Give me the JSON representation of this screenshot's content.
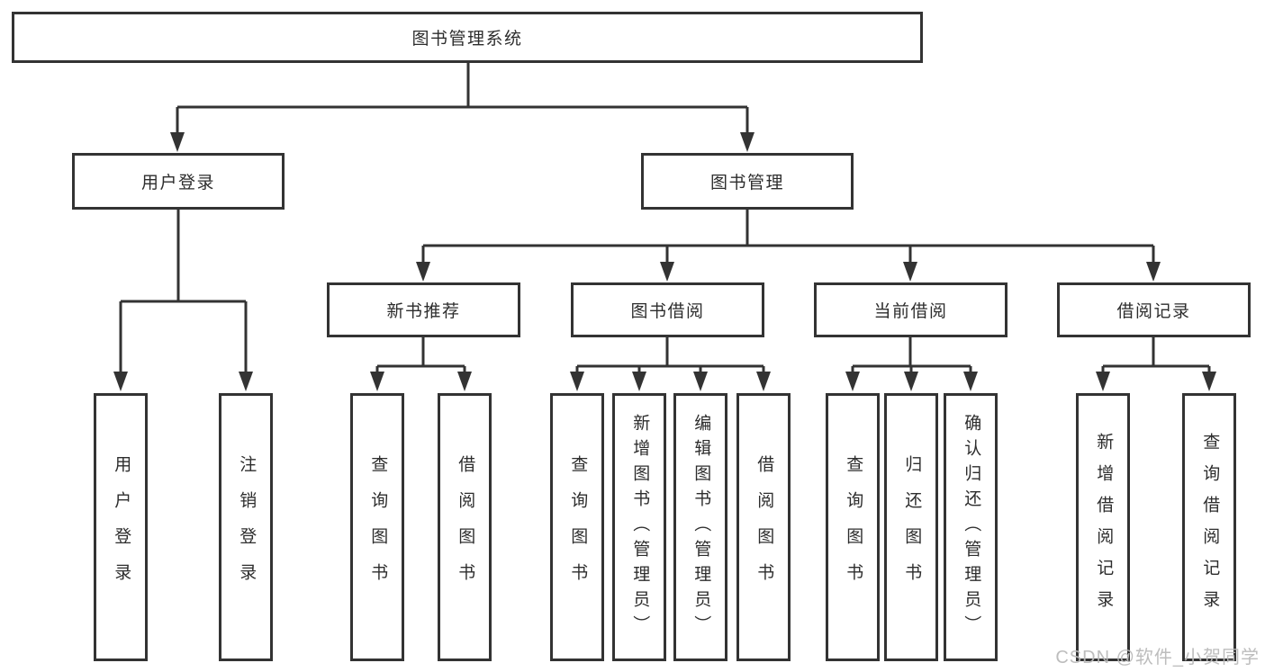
{
  "diagram": {
    "root": "图书管理系统",
    "level2": [
      "用户登录",
      "图书管理"
    ],
    "level3": [
      "新书推荐",
      "图书借阅",
      "当前借阅",
      "借阅记录"
    ],
    "leaves": [
      "用户登录",
      "注销登录",
      "查询图书",
      "借阅图书",
      "查询图书",
      "新增图书（管理员）",
      "编辑图书（管理员）",
      "借阅图书",
      "查询图书",
      "归还图书",
      "确认归还（管理员）",
      "新增借阅记录",
      "查询借阅记录"
    ]
  },
  "watermark": "CSDN @软件_小贺同学",
  "colors": {
    "line": "#333333",
    "box_border": "#333333",
    "text": "#2d2d2d",
    "watermark": "#b9b9b9",
    "background": "#ffffff"
  }
}
